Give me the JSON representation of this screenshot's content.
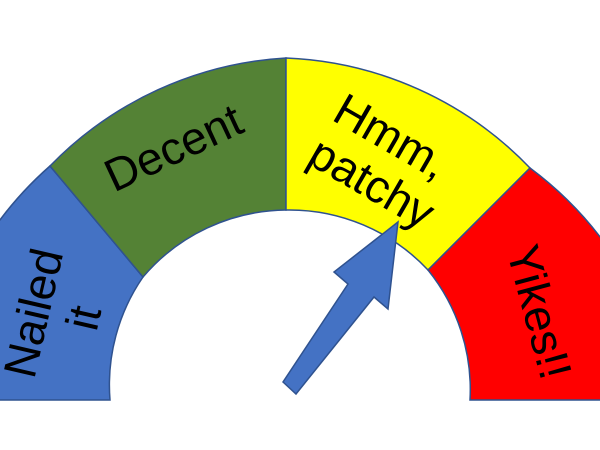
{
  "gauge": {
    "segments": [
      {
        "label_lines": [
          "Nailed",
          "it"
        ],
        "color": "#4472C4"
      },
      {
        "label_lines": [
          "Decent"
        ],
        "color": "#548235"
      },
      {
        "label_lines": [
          "Hmm,",
          "patchy"
        ],
        "color": "#FFFF00"
      },
      {
        "label_lines": [
          "Yikes!!"
        ],
        "color": "#FF0000"
      }
    ],
    "needle": {
      "color": "#4472C4",
      "points_to": "Hmm, patchy"
    },
    "outline_color": "#2F528F"
  }
}
